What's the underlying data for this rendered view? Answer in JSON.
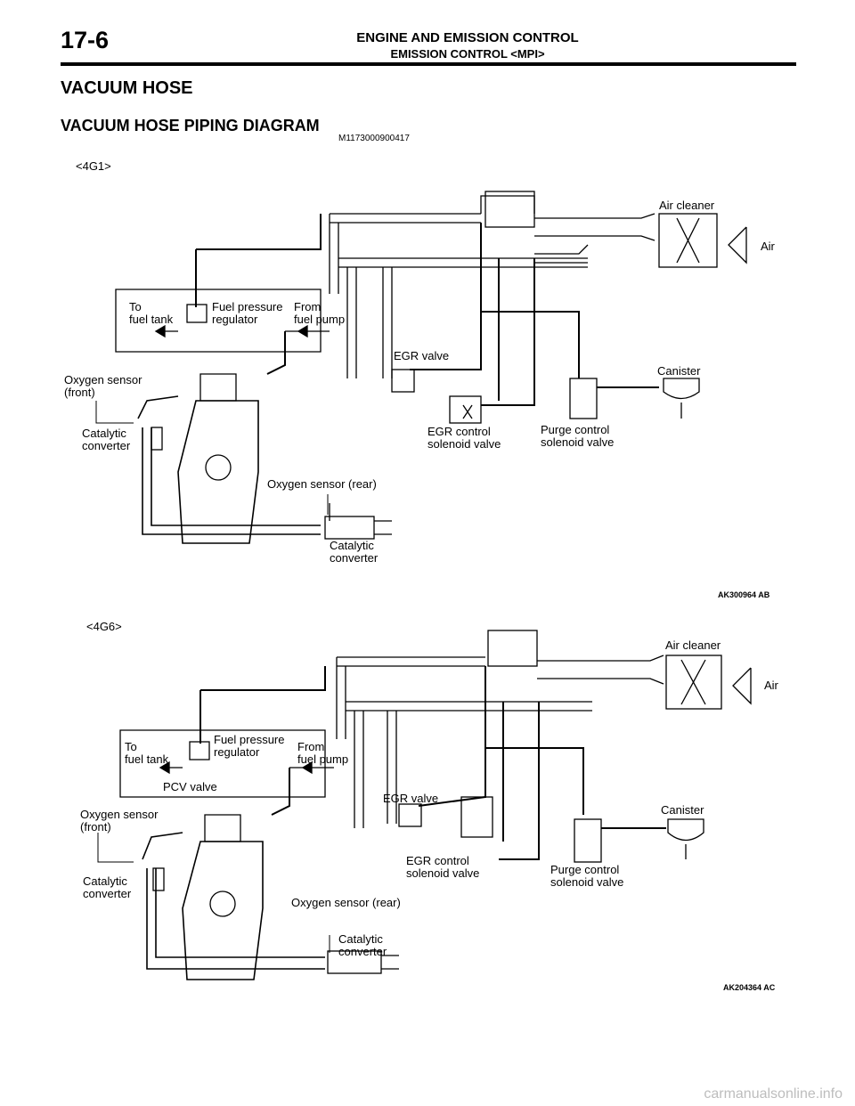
{
  "header": {
    "page_number": "17-6",
    "title": "ENGINE AND EMISSION CONTROL",
    "subtitle": "EMISSION CONTROL <MPI>"
  },
  "section_title": "VACUUM HOSE",
  "subsection_title": "VACUUM HOSE PIPING DIAGRAM",
  "doc_code": "M1173000900417",
  "diagrams": [
    {
      "engine_label": "<4G1>",
      "figure_code": "AK300964 AB",
      "labels": {
        "air_cleaner": "Air cleaner",
        "air": "Air",
        "to_fuel_tank": "To\nfuel tank",
        "fuel_pressure_regulator": "Fuel pressure\nregulator",
        "from_fuel_pump": "From\nfuel pump",
        "egr_valve": "EGR valve",
        "canister": "Canister",
        "oxygen_sensor_front": "Oxygen sensor\n(front)",
        "catalytic_converter_front": "Catalytic\nconverter",
        "egr_control_solenoid": "EGR control\nsolenoid valve",
        "purge_control_solenoid": "Purge control\nsolenoid valve",
        "oxygen_sensor_rear": "Oxygen sensor (rear)",
        "catalytic_converter_rear": "Catalytic\nconverter"
      }
    },
    {
      "engine_label": "<4G6>",
      "figure_code": "AK204364 AC",
      "labels": {
        "air_cleaner": "Air cleaner",
        "air": "Air",
        "to_fuel_tank": "To\nfuel tank",
        "fuel_pressure_regulator": "Fuel pressure\nregulator",
        "from_fuel_pump": "From\nfuel pump",
        "pcv_valve": "PCV valve",
        "egr_valve": "EGR valve",
        "canister": "Canister",
        "oxygen_sensor_front": "Oxygen sensor\n(front)",
        "catalytic_converter_front": "Catalytic\nconverter",
        "egr_control_solenoid": "EGR control\nsolenoid valve",
        "purge_control_solenoid": "Purge control\nsolenoid valve",
        "oxygen_sensor_rear": "Oxygen sensor (rear)",
        "catalytic_converter_rear": "Catalytic\nconverter"
      }
    }
  ],
  "footer_watermark": "carmanualsonline.info"
}
